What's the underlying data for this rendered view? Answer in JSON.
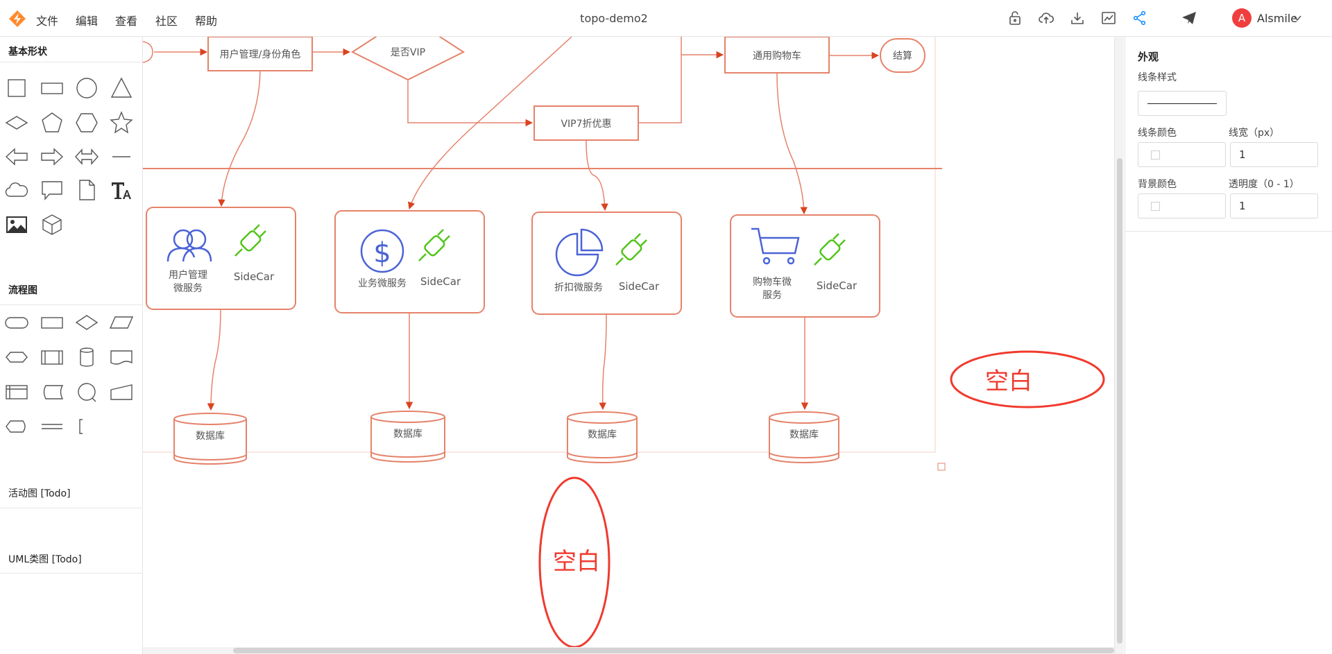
{
  "header": {
    "menu": [
      "文件",
      "编辑",
      "查看",
      "社区",
      "帮助"
    ],
    "title": "topo-demo2",
    "toolbar_icons": [
      "lock-icon",
      "upload-cloud-icon",
      "download-icon",
      "chart-icon",
      "share-icon",
      "send-icon"
    ],
    "user": {
      "initial": "A",
      "name": "Alsmile"
    },
    "accent_color": "#1890ff"
  },
  "sidebar": {
    "sections": [
      {
        "title": "基本形状",
        "shapes": [
          "square",
          "rectangle",
          "circle",
          "triangle",
          "diamond",
          "pentagon",
          "hexagon",
          "star",
          "left-arrow",
          "right-arrow",
          "two-way-arrow",
          "line",
          "cloud",
          "message",
          "file",
          "text",
          "image",
          "cube"
        ]
      },
      {
        "title": "流程图",
        "shapes": [
          "terminator",
          "process",
          "decision",
          "data",
          "preparation",
          "subroutine",
          "database",
          "document",
          "internal-storage",
          "stored-data",
          "connector",
          "manual-input",
          "display",
          "parallel",
          "annotation"
        ]
      },
      {
        "title": "活动图 [Todo]"
      },
      {
        "title": "UML类图 [Todo]"
      }
    ]
  },
  "canvas": {
    "stroke_color": "#e5826a",
    "arrow_color": "#d9431f",
    "flow_nodes": {
      "user_role": "用户管理/身份角色",
      "vip_check": "是否VIP",
      "vip_discount": "VIP7折优惠",
      "cart": "通用购物车",
      "checkout": "结算"
    },
    "services": [
      {
        "name_line1": "用户管理",
        "name_line2": "微服务",
        "sidecar": "SideCar",
        "db": "数据库",
        "icon": "users-icon"
      },
      {
        "name_line1": "业务微服务",
        "name_line2": "",
        "sidecar": "SideCar",
        "db": "数据库",
        "icon": "dollar-icon"
      },
      {
        "name_line1": "折扣微服务",
        "name_line2": "",
        "sidecar": "SideCar",
        "db": "数据库",
        "icon": "pie-chart-icon"
      },
      {
        "name_line1": "购物车微",
        "name_line2": "服务",
        "sidecar": "SideCar",
        "db": "数据库",
        "icon": "cart-icon"
      }
    ],
    "annotations": [
      "空白",
      "空白"
    ]
  },
  "panel": {
    "title": "外观",
    "line_style_label": "线条样式",
    "line_color_label": "线条颜色",
    "line_width_label": "线宽（px）",
    "line_width_value": "1",
    "bg_color_label": "背景颜色",
    "opacity_label": "透明度（0 - 1）",
    "opacity_value": "1"
  }
}
